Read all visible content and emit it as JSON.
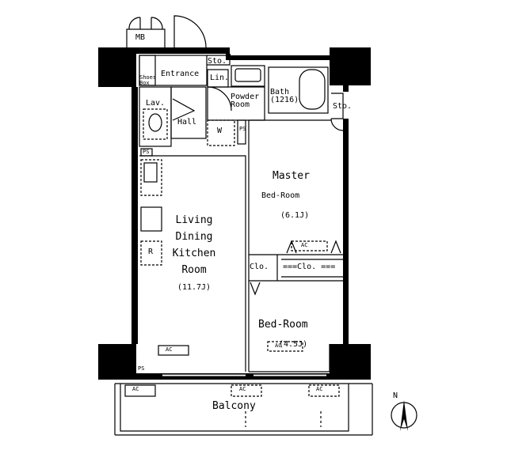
{
  "rooms": {
    "mb": "MB",
    "entrance": "Entrance",
    "shoes_box": "Shoes Box",
    "storage_entrance": "Sto.",
    "linen": "Lin.",
    "powder_room": [
      "Powder",
      "Room"
    ],
    "bath": [
      "Bath",
      "(1216)"
    ],
    "storage_bath": "Sto.",
    "lavatory": "Lav.",
    "hall": "Hall",
    "washer": "W",
    "ps_top": "PS",
    "ps_bottom": "PS",
    "ps_side": "PS",
    "ldk": [
      "Living",
      "Dining",
      "Kitchen",
      "Room",
      "(11.7J)"
    ],
    "master": [
      "Master",
      "Bed-Room",
      "(6.1J)"
    ],
    "closet_1": "Clo.",
    "closet_2": "===Clo. ===",
    "bedroom": [
      "Bed-Room",
      "(4.5J)"
    ],
    "balcony": "Balcony",
    "fridge": "R"
  },
  "ac_label": "AC",
  "compass": "N",
  "colors": {
    "wall": "#000000",
    "background": "#ffffff"
  }
}
